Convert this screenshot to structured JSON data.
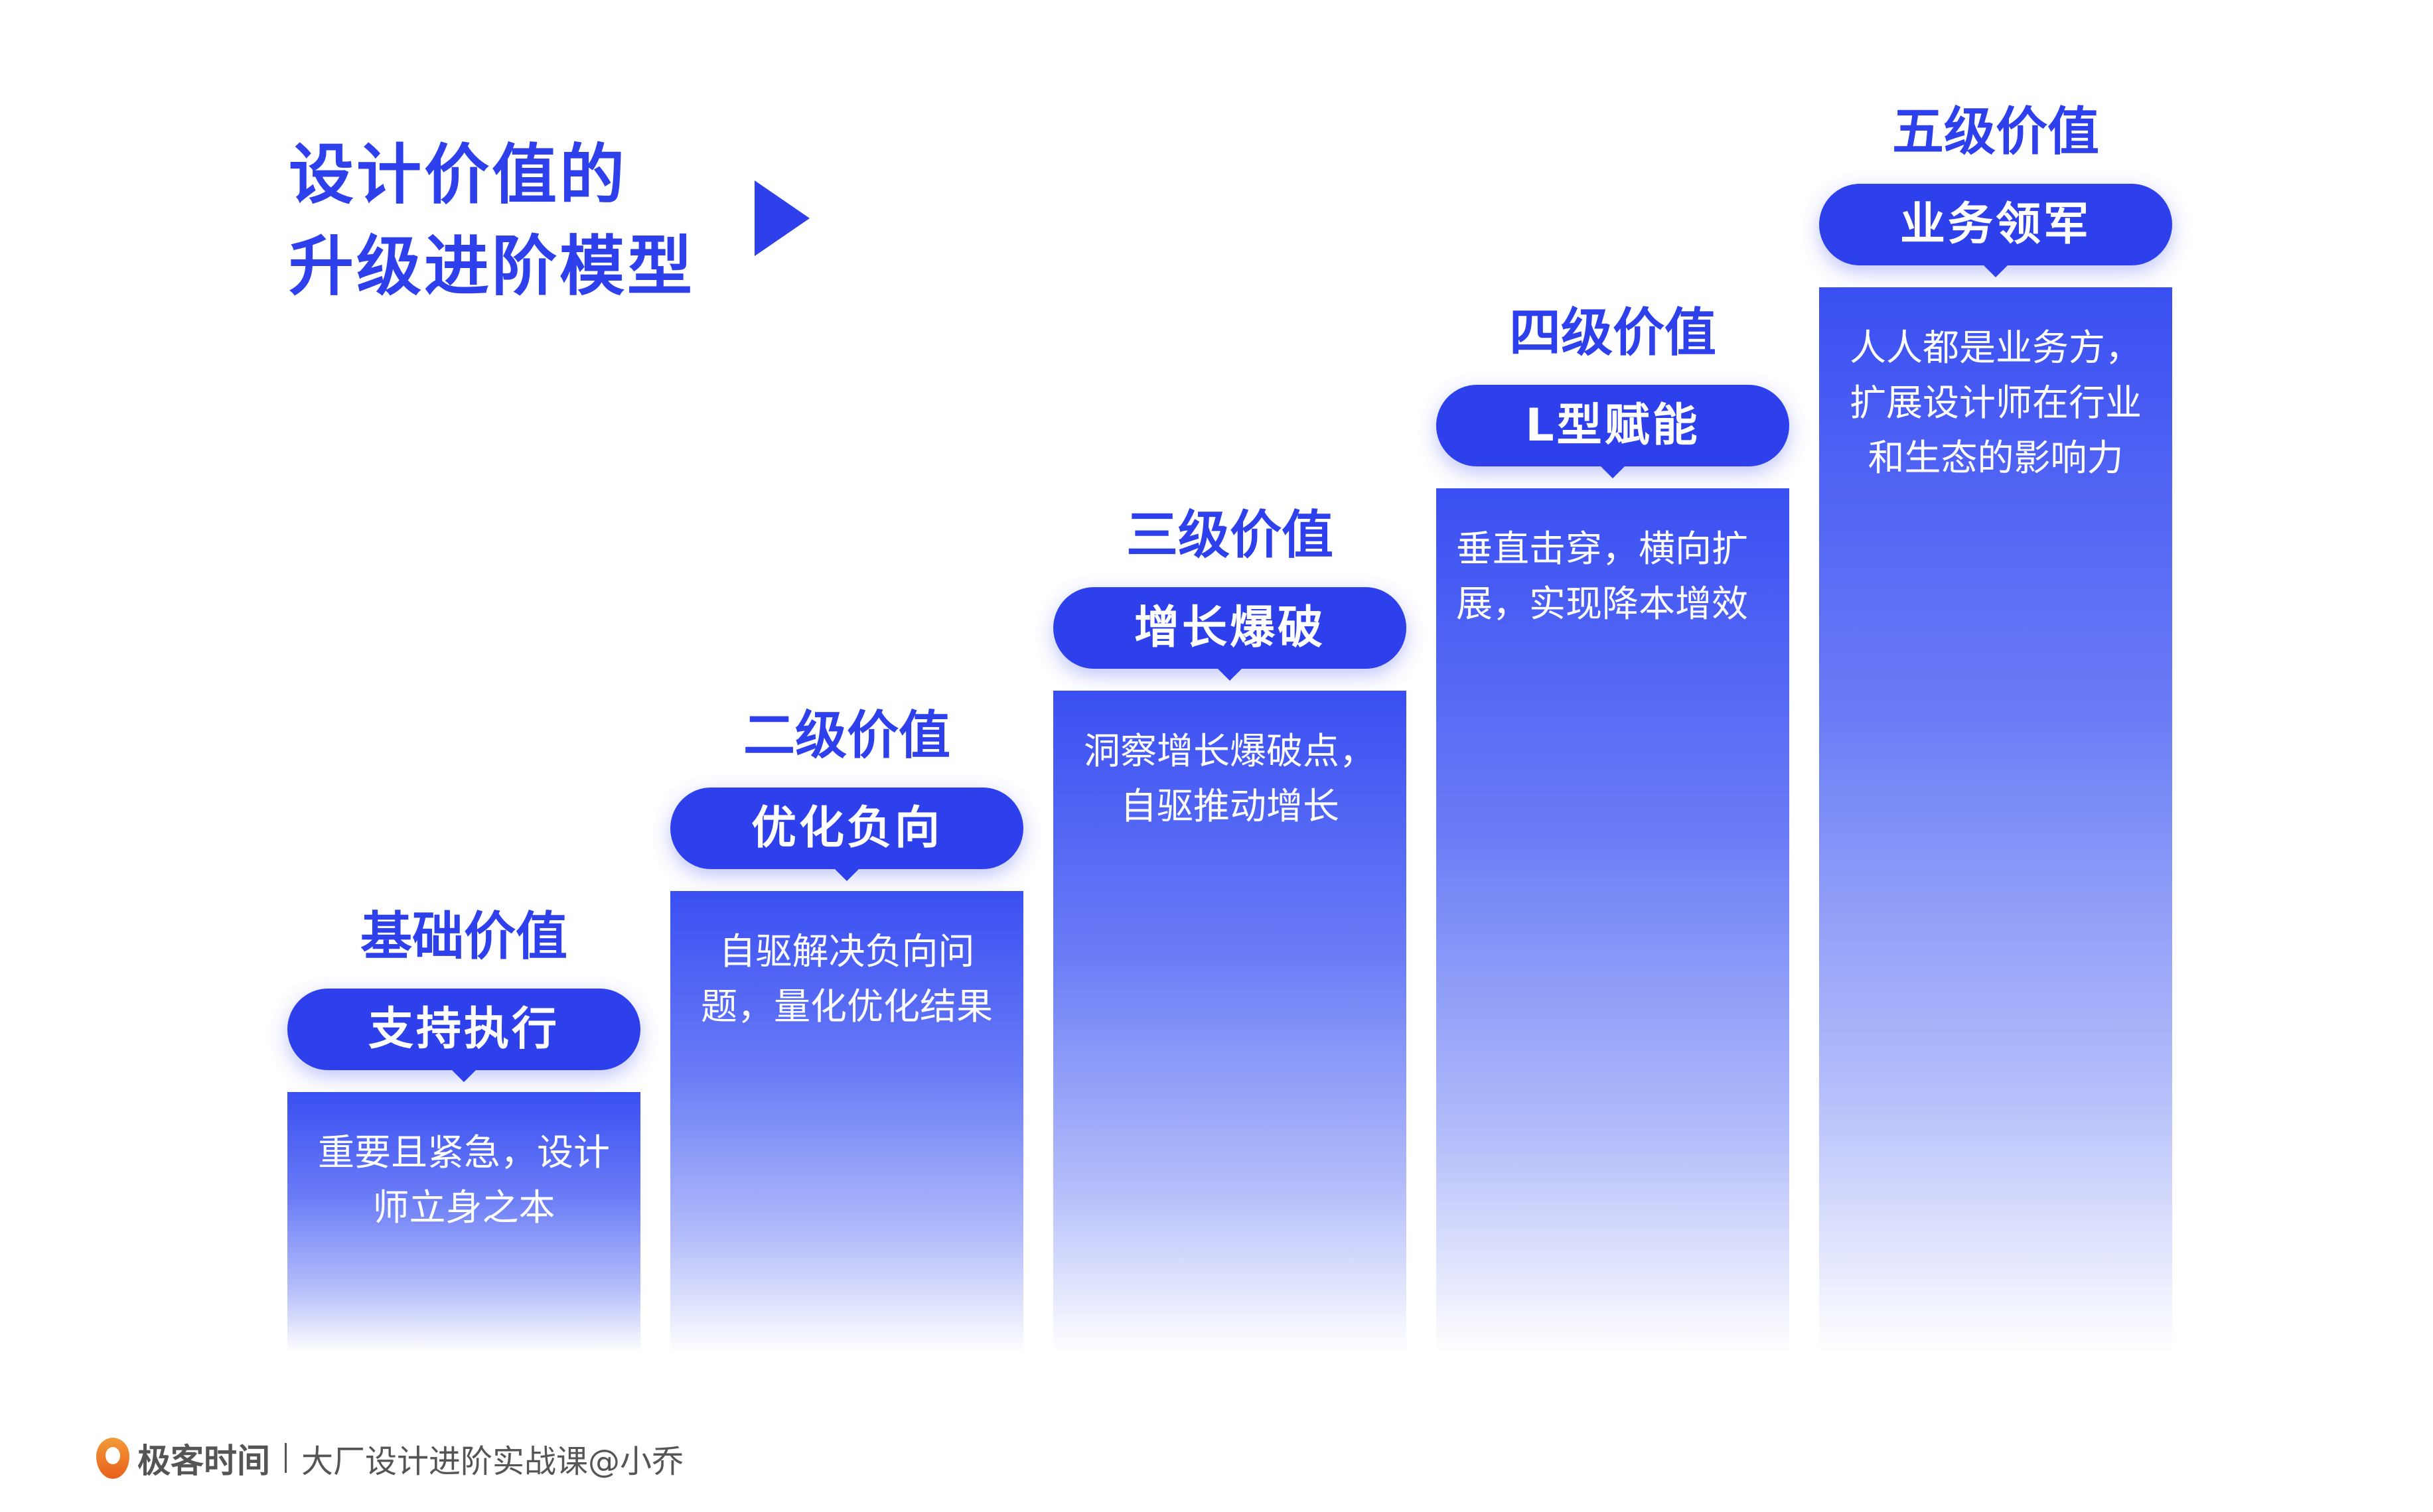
{
  "title": {
    "line1": "设计价值的",
    "line2": "升级进阶模型"
  },
  "accent_color": "#2d40ec",
  "levels": [
    {
      "level": "基础价值",
      "tag": "支持执行",
      "desc": "重要且紧急，设计师立身之本"
    },
    {
      "level": "二级价值",
      "tag": "优化负向",
      "desc": "自驱解决负向问题，量化优化结果"
    },
    {
      "level": "三级价值",
      "tag": "增长爆破",
      "desc": "洞察增长爆破点，自驱推动增长"
    },
    {
      "level": "四级价值",
      "tag": "L型赋能",
      "desc": "垂直击穿，横向扩展，实现降本增效"
    },
    {
      "level": "五级价值",
      "tag": "业务领军",
      "desc": "人人都是业务方，扩展设计师在行业和生态的影响力"
    }
  ],
  "footer": {
    "brand": "极客时间",
    "course": "大厂设计进阶实战课@小乔"
  }
}
